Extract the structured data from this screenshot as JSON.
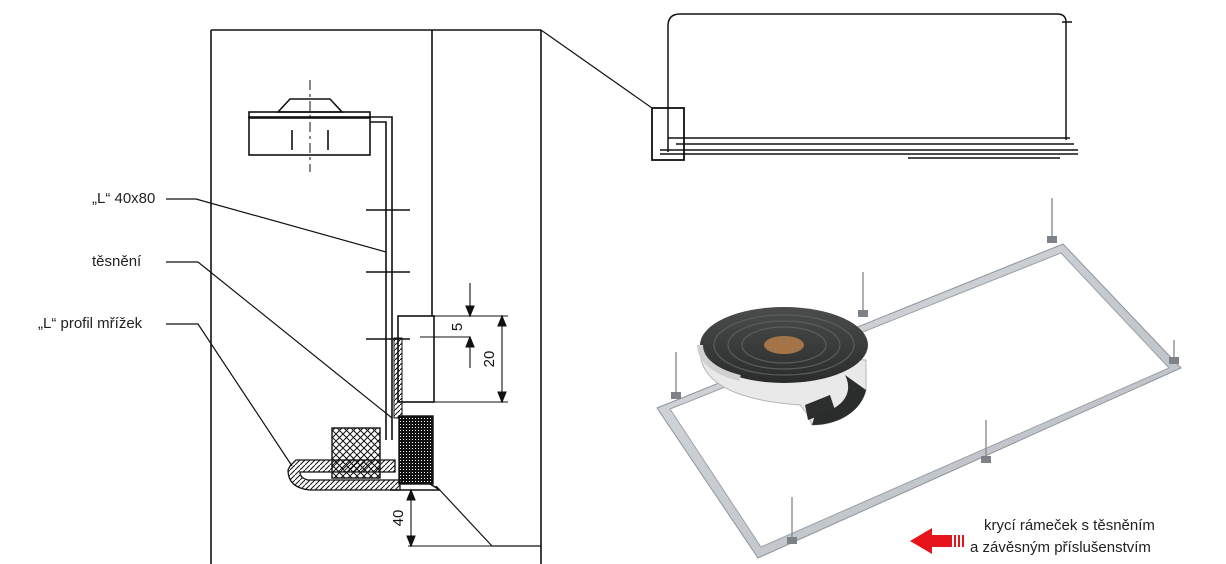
{
  "labels": {
    "l_profile_40x80": "„L“ 40x80",
    "gasket": "těsnění",
    "l_profile_grille": "„L“ profil mřížek"
  },
  "dimensions": {
    "d5": "5",
    "d20": "20",
    "d40": "40"
  },
  "caption": {
    "line1": "krycí rámeček s těsněním",
    "line2": "a závěsným příslušenstvím"
  },
  "colors": {
    "line": "#111111",
    "frame": "#c9cdd2",
    "foam": "#3a3d3b",
    "tape": "#eeeeee",
    "arrow": "#e8141c"
  }
}
